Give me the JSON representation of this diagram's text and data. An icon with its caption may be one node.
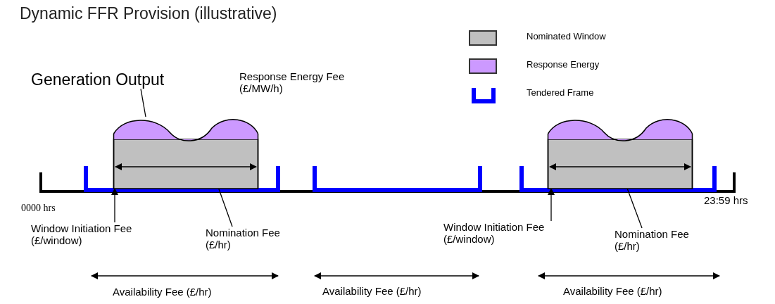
{
  "diagram": {
    "title": "Dynamic FFR Provision (illustrative)",
    "nodes": [
      {
        "text": [
          "Generation Output"
        ]
      },
      {
        "text": [],
        "shape": "box"
      },
      {
        "text": [],
        "shape": "box"
      },
      {
        "text": [
          "Window Initiation Fee (£/window)"
        ]
      },
      {
        "text": [
          "Nomination Fee (£/hr)"
        ]
      },
      {
        "text": [
          "Window Initiation Fee (£/window)"
        ]
      },
      {
        "text": [
          "Nomination Fee (£/hr)"
        ]
      }
    ],
    "edges": [
      {
        "from": 0,
        "to": 1,
        "arrow": "none"
      },
      {
        "from": 3,
        "to": 1,
        "arrow": "to"
      },
      {
        "from": 4,
        "to": 1,
        "arrow": "none"
      },
      {
        "from": 5,
        "to": 2,
        "arrow": "to"
      },
      {
        "from": 6,
        "to": 2,
        "arrow": "none"
      }
    ],
    "labels": [
      "Response Energy Fee (£/MW/h)",
      "0000 hrs",
      "23:59 hrs",
      "Availability Fee (£/hr)",
      "Availability Fee (£/hr)",
      "Availability Fee (£/hr)"
    ],
    "legend": [
      {
        "text": "Nominated Window",
        "color": "#c0c0c0"
      },
      {
        "text": "Response Energy",
        "color": "#cc99ff"
      },
      {
        "text": "Tendered Frame"
      }
    ]
  }
}
